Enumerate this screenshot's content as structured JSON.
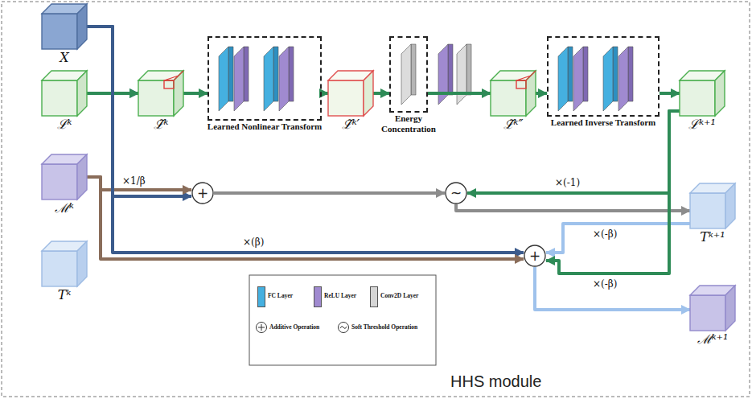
{
  "diagram": {
    "caption": "HHS module",
    "nodes": [
      {
        "text": [
          "X"
        ]
      },
      {
        "text": [
          "ℒᵏ"
        ]
      },
      {
        "text": [
          "ℳᵏ"
        ]
      },
      {
        "text": [
          "Tᵏ"
        ]
      },
      {
        "text": [
          "ℒ̃ᵏ"
        ]
      },
      {
        "text": [
          "Learned Nonlinear Transform"
        ]
      },
      {
        "text": [
          "ℒ̃ᵏ′"
        ]
      },
      {
        "text": [
          "Energy Concentration"
        ]
      },
      {
        "text": [
          "ℒ̃ᵏ″"
        ]
      },
      {
        "text": [
          "Learned Inverse Transform"
        ]
      },
      {
        "text": [
          "ℒᵏ⁺¹"
        ]
      },
      {
        "text": [
          "+"
        ]
      },
      {
        "text": [
          "~"
        ]
      },
      {
        "text": [
          "+"
        ]
      },
      {
        "text": [
          "Tᵏ⁺¹"
        ]
      },
      {
        "text": [
          "ℳᵏ⁺¹"
        ]
      }
    ],
    "edges": [
      {
        "from": 0,
        "to": 4,
        "arrow": "to"
      },
      {
        "from": 1,
        "to": 4,
        "arrow": "to"
      },
      {
        "from": 4,
        "to": 5,
        "arrow": "to"
      },
      {
        "from": 5,
        "to": 6,
        "arrow": "to"
      },
      {
        "from": 6,
        "to": 7,
        "arrow": "to"
      },
      {
        "from": 7,
        "to": 8,
        "arrow": "to"
      },
      {
        "from": 8,
        "to": 9,
        "arrow": "to"
      },
      {
        "from": 9,
        "to": 10,
        "arrow": "to"
      },
      {
        "from": 0,
        "to": 11,
        "arrow": "to"
      },
      {
        "from": 2,
        "to": 11,
        "label": "×1/β",
        "arrow": "to"
      },
      {
        "from": 11,
        "to": 12,
        "arrow": "to"
      },
      {
        "from": 10,
        "to": 12,
        "label": "×(-1)",
        "arrow": "to"
      },
      {
        "from": 12,
        "to": 14,
        "arrow": "to"
      },
      {
        "from": 0,
        "to": 13,
        "arrow": "to"
      },
      {
        "from": 2,
        "to": 13,
        "label": "×(β)",
        "arrow": "to"
      },
      {
        "from": 14,
        "to": 13,
        "label": "×(-β)",
        "arrow": "to"
      },
      {
        "from": 10,
        "to": 13,
        "label": "×(-β)",
        "arrow": "to"
      },
      {
        "from": 13,
        "to": 15,
        "arrow": "to"
      }
    ],
    "legend": [
      {
        "text": "FC Layer",
        "color": "#45b0e0"
      },
      {
        "text": "ReLU Layer",
        "color": "#a08ad0"
      },
      {
        "text": "Conv2D Layer",
        "color": "#d6d6d6"
      },
      {
        "text": "Additive Operation"
      },
      {
        "text": "Soft Threshold Operation"
      }
    ]
  }
}
